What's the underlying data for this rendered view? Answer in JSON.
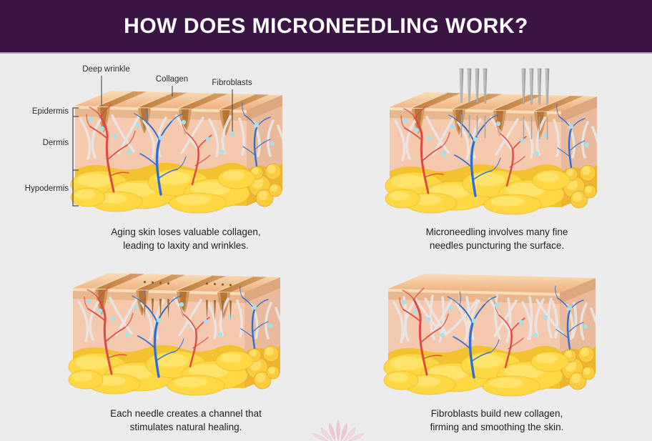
{
  "page": {
    "background": "#ececec"
  },
  "header": {
    "title": "HOW DOES MICRONEEDLING WORK?",
    "background": "#3a1543",
    "underline_color": "#ab97ba",
    "text_color": "#ffffff"
  },
  "diagram_labels": {
    "deep_wrinkle": "Deep wrinkle",
    "collagen": "Collagen",
    "fibroblasts": "Fibroblasts",
    "epidermis": "Epidermis",
    "dermis": "Dermis",
    "hypodermis": "Hypodermis"
  },
  "panels": [
    {
      "name": "aging-skin",
      "caption": [
        "Aging skin loses valuable collagen,",
        "leading to laxity and wrinkles."
      ],
      "features": {
        "wrinkles": true,
        "needles": false,
        "channels": false,
        "dense_collagen": false,
        "labeled": true
      }
    },
    {
      "name": "microneedling",
      "caption": [
        "Microneedling involves many fine",
        "needles puncturing the surface."
      ],
      "features": {
        "wrinkles": true,
        "needles": true,
        "channels": false,
        "dense_collagen": false,
        "labeled": false
      }
    },
    {
      "name": "healing-channels",
      "caption": [
        "Each needle creates a channel that",
        "stimulates natural healing."
      ],
      "features": {
        "wrinkles": true,
        "needles": false,
        "channels": true,
        "dense_collagen": false,
        "labeled": false
      }
    },
    {
      "name": "new-collagen",
      "caption": [
        "Fibroblasts build new collagen,",
        "firming and smoothing the skin."
      ],
      "features": {
        "wrinkles": false,
        "needles": false,
        "channels": false,
        "dense_collagen": true,
        "labeled": false
      }
    }
  ],
  "palette": {
    "skin_top": "#fbddb5",
    "skin_top_front": "#eeae7e",
    "wrinkle_dark": "#b97a3c",
    "wrinkle_light": "#dca167",
    "epidermis": "#e9b78e",
    "epidermis_highlight": "#f9ddbb",
    "epidermis_side": "#dca77f",
    "dermis": "#f4c9ae",
    "dermis_side": "#e9ba9b",
    "hypodermis": "#f3c231",
    "hypodermis_side": "#edb52f",
    "fat_lobule": "#ffd845",
    "fat_highlight": "#ffe571",
    "fat_edge": "#eebc2e",
    "collagen_fiber": "#e9e5e2",
    "vessel_red": "#e04743",
    "vessel_blue": "#2f6fd4",
    "fibroblast_dot": "#a6e0ea",
    "needle": "#b6b6b6",
    "needle_dark": "#8f8f8f",
    "channel": "#9c6c38",
    "puncture_dot": "#8a5a28",
    "pointer_line": "#4a4a4a",
    "label_text": "#2b2b2b",
    "caption_text": "#1f1f1f",
    "lotus_pink": "#f2cdda",
    "lotus_deep": "#eab6c9",
    "lotus_stroke": "#dfa8bc"
  },
  "watermark": {
    "name": "lotus-flower"
  }
}
